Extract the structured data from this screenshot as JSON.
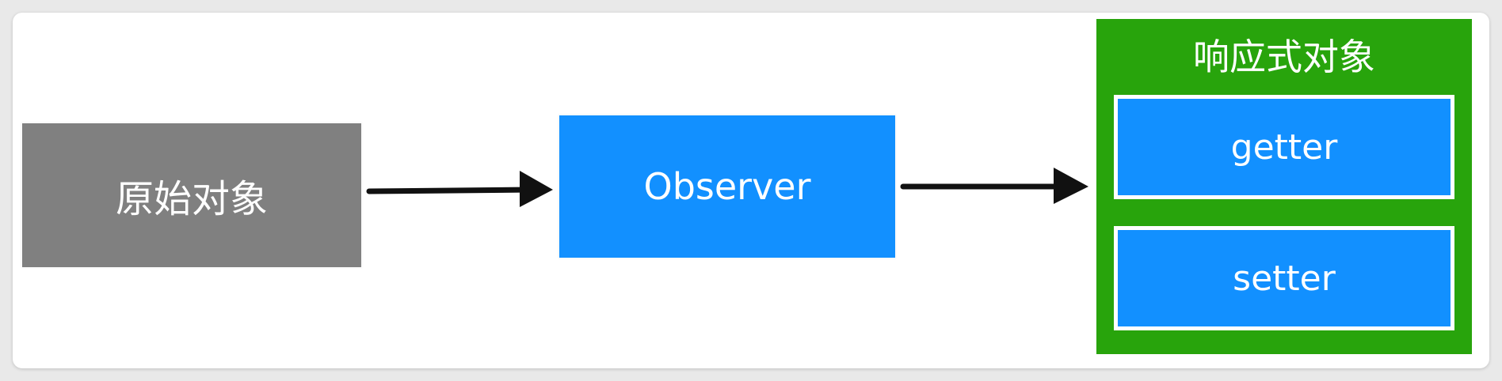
{
  "nodes": {
    "source": {
      "label": "原始对象",
      "color": "#808080"
    },
    "observer": {
      "label": "Observer",
      "color": "#1290ff"
    }
  },
  "group": {
    "title": "响应式对象",
    "color": "#28a40c",
    "items": [
      {
        "label": "getter",
        "color": "#1290ff"
      },
      {
        "label": "setter",
        "color": "#1290ff"
      }
    ]
  },
  "edges": [
    {
      "from": "原始对象",
      "to": "Observer"
    },
    {
      "from": "Observer",
      "to": "响应式对象"
    }
  ]
}
